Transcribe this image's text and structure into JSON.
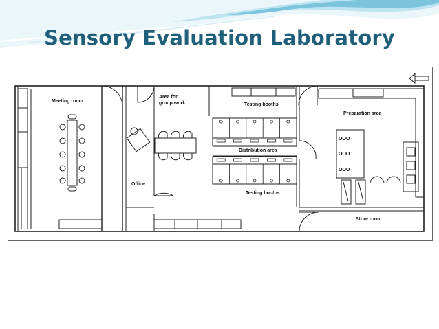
{
  "slide": {
    "title": "Sensory Evaluation Laboratory",
    "title_color": "#1f5f7a"
  },
  "plan": {
    "rooms": {
      "meeting": "Meeting room",
      "group_work_line1": "Area for",
      "group_work_line2": "group work",
      "office": "Office",
      "testing_top": "Testing booths",
      "distribution": "Distribution area",
      "testing_bottom": "Testing booths",
      "preparation": "Preparation area",
      "store": "Store room"
    },
    "booths_per_row": 5,
    "entrance_arrow": "left-arrow-icon"
  },
  "colors": {
    "line": "#222222",
    "wave_light": "#d9eef5",
    "wave_mid": "#9fd3e6",
    "wave_dark": "#4aa8cc"
  }
}
